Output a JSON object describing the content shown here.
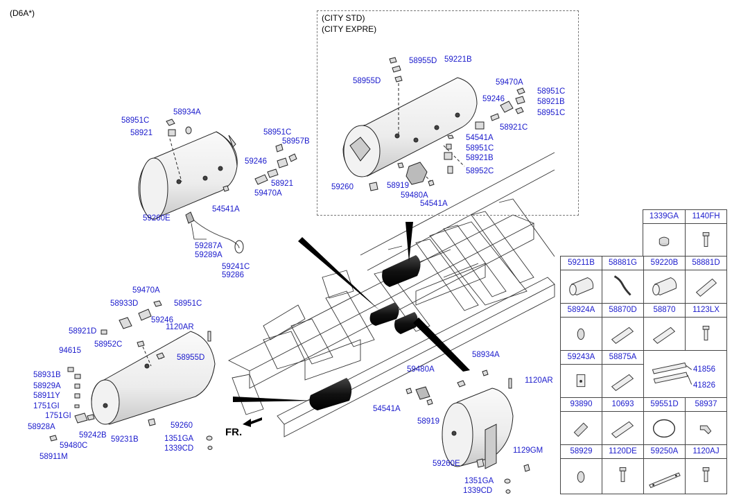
{
  "header": {
    "model_code": "(D6A*)"
  },
  "callout": {
    "line1": "(CITY STD)",
    "line2": "(CITY EXPRE)"
  },
  "front_marker": "FR.",
  "labels": {
    "tl": [
      "58934A",
      "58951C",
      "58921",
      "58951C",
      "58957B",
      "59246",
      "58921",
      "59470A",
      "54541A",
      "59260E",
      "59287A",
      "59289A",
      "59241C",
      "59286"
    ],
    "tr": [
      "58955D",
      "58955D",
      "59221B",
      "59470A",
      "59246",
      "58951C",
      "58921B",
      "58951C",
      "58921C",
      "54541A",
      "58951C",
      "58921B",
      "58952C",
      "59260",
      "58919",
      "59480A",
      "54541A"
    ],
    "bl": [
      "59470A",
      "58933D",
      "58951C",
      "59246",
      "58921D",
      "1120AR",
      "58952C",
      "94615",
      "58955D",
      "58931B",
      "58929A",
      "58911Y",
      "1751GI",
      "1751GI",
      "58928A",
      "59242B",
      "59480C",
      "59231B",
      "58911M",
      "59260",
      "1351GA",
      "1339CD"
    ],
    "br": [
      "58934A",
      "59480A",
      "1120AR",
      "54541A",
      "58919",
      "59260E",
      "1129GM",
      "1351GA",
      "1339CD"
    ]
  },
  "parts_grid": {
    "row0": [
      {
        "code": "1339GA",
        "icon": "grommet-icon"
      },
      {
        "code": "1140FH",
        "icon": "bolt-icon"
      }
    ],
    "row1": [
      {
        "code": "59211B",
        "icon": "tank-icon"
      },
      {
        "code": "58881G",
        "icon": "hose-icon"
      },
      {
        "code": "59220B",
        "icon": "tank-icon"
      },
      {
        "code": "58881D",
        "icon": "tube-icon"
      }
    ],
    "row2": [
      {
        "code": "58924A",
        "icon": "plug-icon"
      },
      {
        "code": "58870D",
        "icon": "tube-icon"
      },
      {
        "code": "58870",
        "icon": "tube-icon"
      },
      {
        "code": "1123LX",
        "icon": "bolt-icon"
      }
    ],
    "row3": [
      {
        "code": "59243A",
        "icon": "plate-icon"
      },
      {
        "code": "58875A",
        "icon": "tube-icon"
      }
    ],
    "row3_wide": {
      "codes": [
        "41856",
        "41826"
      ],
      "icon": "strap-icon"
    },
    "row4": [
      {
        "code": "93890",
        "icon": "sensor-icon"
      },
      {
        "code": "10693",
        "icon": "tube-icon"
      },
      {
        "code": "59551D",
        "icon": "ring-icon"
      },
      {
        "code": "58937",
        "icon": "elbow-icon"
      }
    ],
    "row5": [
      {
        "code": "58929",
        "icon": "plug-icon"
      },
      {
        "code": "1120DE",
        "icon": "bolt-icon"
      },
      {
        "code": "59250A",
        "icon": "bracket-icon"
      },
      {
        "code": "1120AJ",
        "icon": "bolt-icon"
      }
    ]
  }
}
